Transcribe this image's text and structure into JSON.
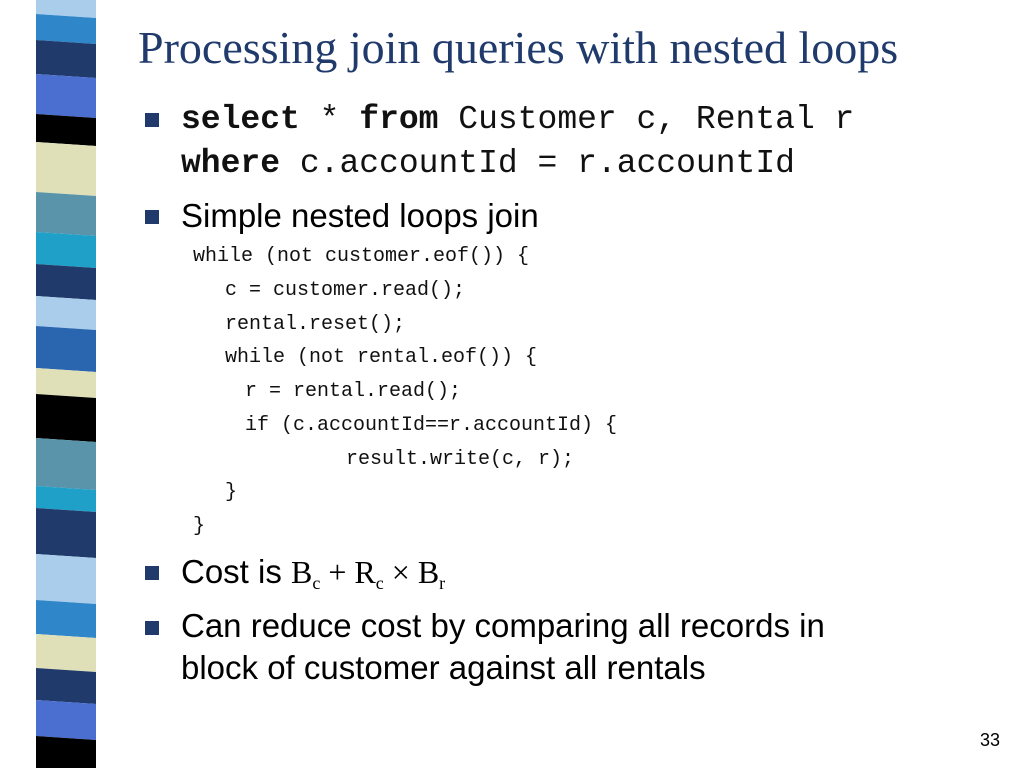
{
  "slide": {
    "title": "Processing join queries with nested loops",
    "page_number": "33"
  },
  "sql": {
    "kw_select": "select",
    "star": "*",
    "kw_from": "from",
    "tables": "Customer c, Rental r",
    "kw_where": "where",
    "condition": "c.accountId = r.accountId"
  },
  "bullets": {
    "simple_join": "Simple nested loops join",
    "cost_prefix": "Cost is",
    "reduce_line1": "Can reduce cost by comparing all records in",
    "reduce_line2": "block of customer against all rentals"
  },
  "cost_formula": {
    "b": "B",
    "b_sub": "c",
    "plus": "+",
    "r": "R",
    "r_sub": "c",
    "times": "×",
    "b2": "B",
    "b2_sub": "r"
  },
  "pseudocode": [
    "while (not customer.eof()) {",
    "c = customer.read();",
    "rental.reset();",
    "while (not rental.eof()) {",
    "r = rental.read();",
    "if (c.accountId==r.accountId) {",
    "result.write(c, r);",
    "}",
    "}"
  ],
  "colors": {
    "title": "#1f3a6b",
    "bullet": "#1f3a6b",
    "strip_palette": [
      "#1f3a6b",
      "#2f86c8",
      "#4a6fd0",
      "#000000",
      "#dfe0b8",
      "#5a94aa",
      "#a9cdea",
      "#2a66b0",
      "#1ea0c8"
    ]
  }
}
